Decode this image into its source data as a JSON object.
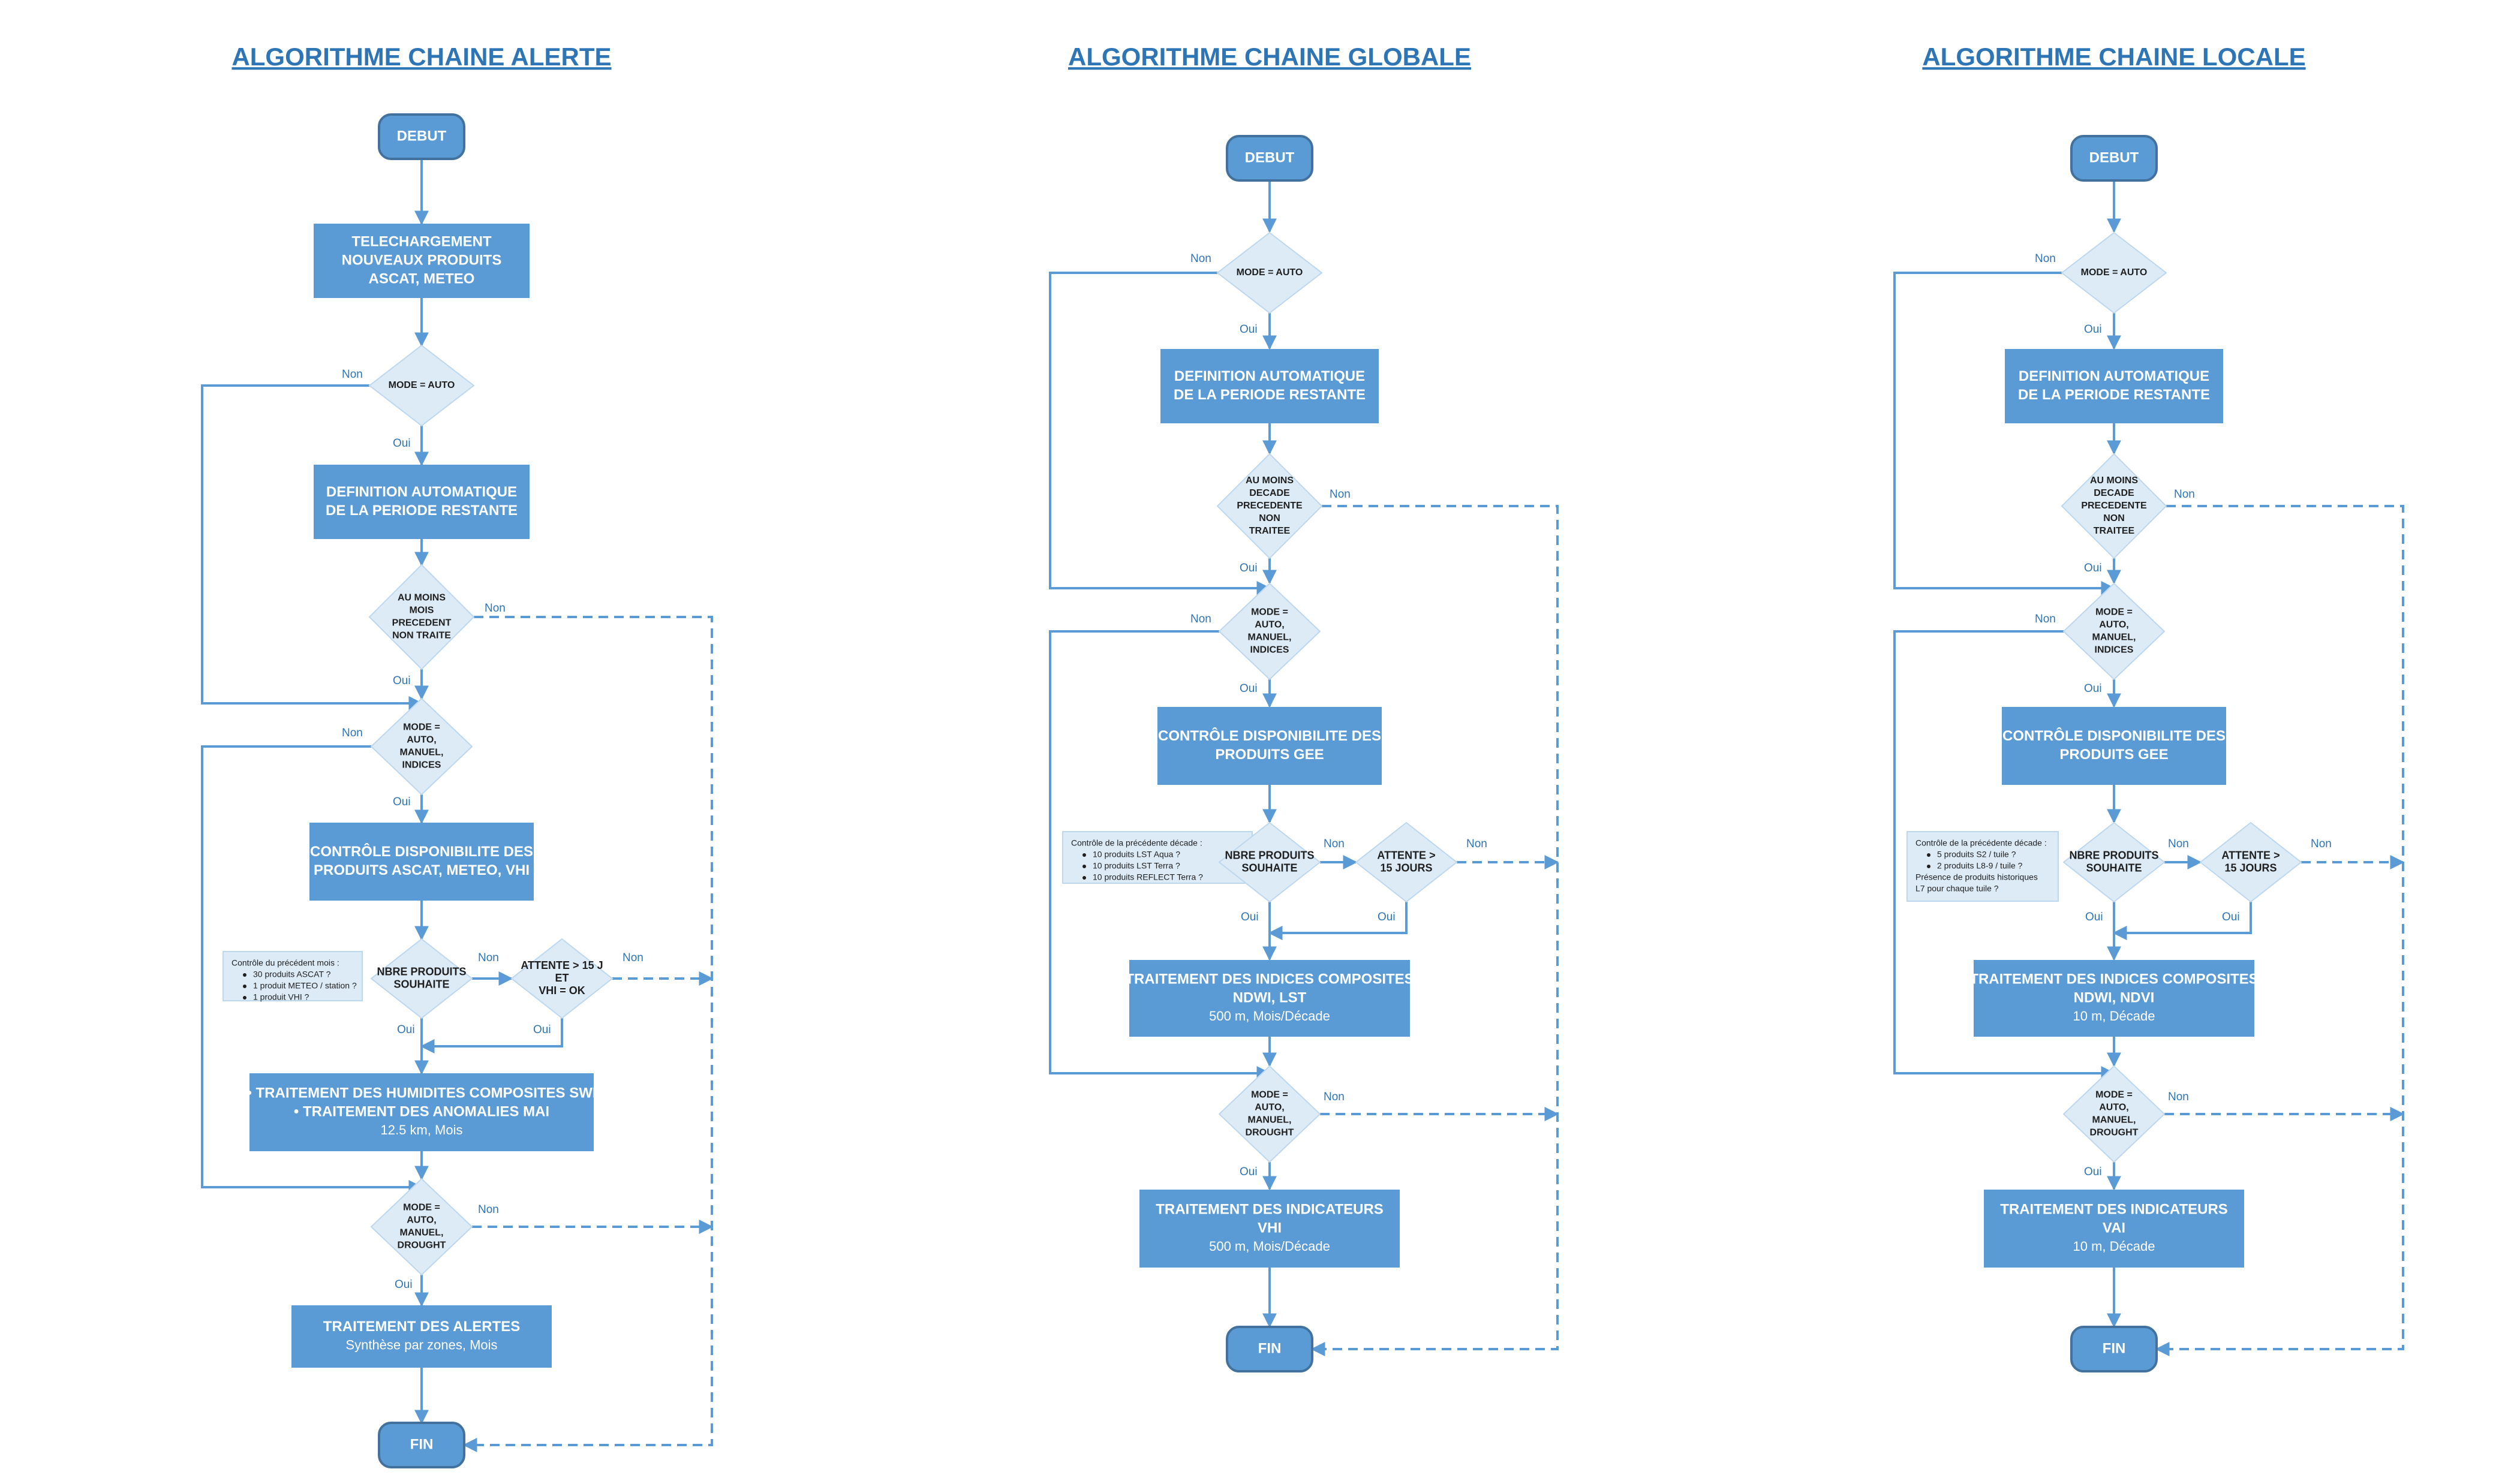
{
  "colors": {
    "box": "#5b9bd5",
    "decision": "#ddebf7",
    "title": "#2e75b6",
    "arrow": "#5b9bd5"
  },
  "alerte": {
    "title": "ALGORITHME CHAINE ALERTE",
    "debut": "DEBUT",
    "fin": "FIN",
    "telechargement": [
      "TELECHARGEMENT",
      "NOUVEAUX PRODUITS",
      "ASCAT, METEO"
    ],
    "mode_auto": "MODE = AUTO",
    "definition": [
      "DEFINITION AUTOMATIQUE",
      "DE LA PERIODE RESTANTE"
    ],
    "mois_non_traite": [
      "AU MOINS",
      "MOIS",
      "PRECEDENT",
      "NON TRAITE"
    ],
    "mode_indices": [
      "MODE =",
      "AUTO,",
      "MANUEL,",
      "INDICES"
    ],
    "controle": [
      "CONTRÔLE DISPONIBILITE DES",
      "PRODUITS ASCAT, METEO, VHI"
    ],
    "note": [
      "Contrôle du précédent mois :",
      "30 produits ASCAT ?",
      "1 produit METEO / station ?",
      "1 produit VHI ?"
    ],
    "nbre": [
      "NBRE PRODUITS",
      "SOUHAITE"
    ],
    "attente": [
      "ATTENTE > 15 J",
      "ET",
      "VHI = OK"
    ],
    "traitement_swi": [
      "• TRAITEMENT DES HUMIDITES COMPOSITES SWI",
      "• TRAITEMENT DES ANOMALIES MAI"
    ],
    "traitement_swi_sub": "12.5 km, Mois",
    "mode_drought": [
      "MODE =",
      "AUTO,",
      "MANUEL,",
      "DROUGHT"
    ],
    "alertes": "TRAITEMENT DES ALERTES",
    "alertes_sub": "Synthèse par zones, Mois"
  },
  "globale": {
    "title": "ALGORITHME CHAINE GLOBALE",
    "debut": "DEBUT",
    "fin": "FIN",
    "mode_auto": "MODE = AUTO",
    "definition": [
      "DEFINITION AUTOMATIQUE",
      "DE LA PERIODE RESTANTE"
    ],
    "decade_non_traitee": [
      "AU MOINS",
      "DECADE",
      "PRECEDENTE",
      "NON",
      "TRAITEE"
    ],
    "mode_indices": [
      "MODE =",
      "AUTO,",
      "MANUEL,",
      "INDICES"
    ],
    "controle": [
      "CONTRÔLE DISPONIBILITE DES",
      "PRODUITS GEE"
    ],
    "note": [
      "Contrôle de la précédente décade :",
      "10 produits LST Aqua ?",
      "10 produits LST Terra ?",
      "10 produits REFLECT Terra ?"
    ],
    "nbre": [
      "NBRE PRODUITS",
      "SOUHAITE"
    ],
    "attente": [
      "ATTENTE >",
      "15 JOURS"
    ],
    "traitement_indices": [
      "TRAITEMENT DES INDICES COMPOSITES",
      "NDWI, LST"
    ],
    "traitement_indices_sub": "500 m, Mois/Décade",
    "mode_drought": [
      "MODE =",
      "AUTO,",
      "MANUEL,",
      "DROUGHT"
    ],
    "indicateurs": [
      "TRAITEMENT DES INDICATEURS",
      "VHI"
    ],
    "indicateurs_sub": "500 m, Mois/Décade"
  },
  "locale": {
    "title": "ALGORITHME CHAINE LOCALE",
    "debut": "DEBUT",
    "fin": "FIN",
    "mode_auto": "MODE = AUTO",
    "definition": [
      "DEFINITION AUTOMATIQUE",
      "DE LA PERIODE RESTANTE"
    ],
    "decade_non_traitee": [
      "AU MOINS",
      "DECADE",
      "PRECEDENTE",
      "NON",
      "TRAITEE"
    ],
    "mode_indices": [
      "MODE =",
      "AUTO,",
      "MANUEL,",
      "INDICES"
    ],
    "controle": [
      "CONTRÔLE DISPONIBILITE DES",
      "PRODUITS GEE"
    ],
    "note": [
      "Contrôle de la précédente décade :",
      "5 produits S2 / tuile ?",
      "2 produits L8-9 / tuile ?",
      "Présence de produits historiques",
      "L7 pour chaque tuile ?"
    ],
    "nbre": [
      "NBRE PRODUITS",
      "SOUHAITE"
    ],
    "attente": [
      "ATTENTE >",
      "15 JOURS"
    ],
    "traitement_indices": [
      "TRAITEMENT DES INDICES COMPOSITES",
      "NDWI, NDVI"
    ],
    "traitement_indices_sub": "10 m, Décade",
    "mode_drought": [
      "MODE =",
      "AUTO,",
      "MANUEL,",
      "DROUGHT"
    ],
    "indicateurs": [
      "TRAITEMENT DES INDICATEURS",
      "VAI"
    ],
    "indicateurs_sub": "10 m, Décade"
  },
  "labels": {
    "oui": "Oui",
    "non": "Non"
  }
}
